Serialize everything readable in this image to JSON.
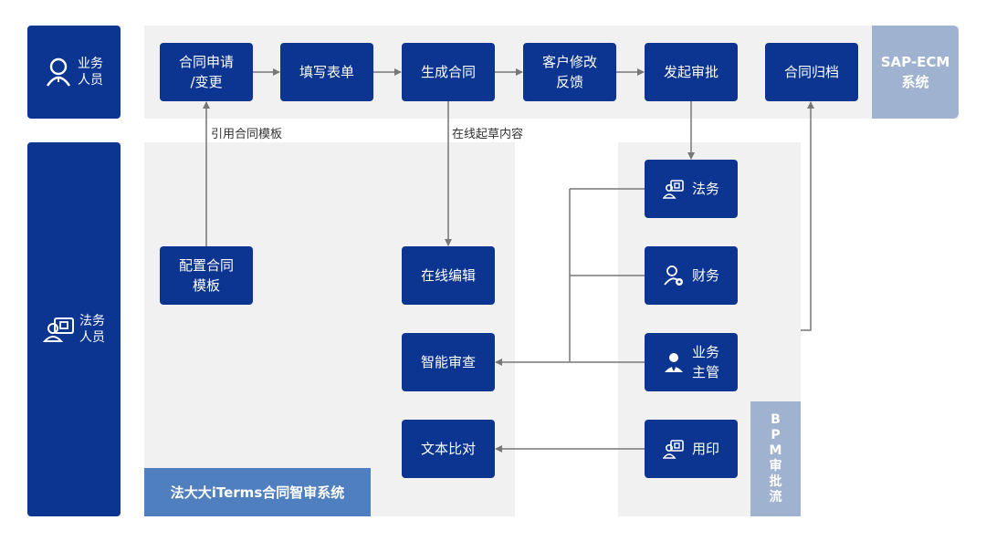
{
  "roles": {
    "business": "业务\n人员",
    "legal": "法务\n人员"
  },
  "sap": {
    "tag": "SAP-ECM\n系统",
    "steps": [
      "合同申请\n/变更",
      "填写表单",
      "生成合同",
      "客户修改\n反馈",
      "发起审批",
      "合同归档"
    ]
  },
  "iterms": {
    "tag": "法大大iTerms合同智审系统",
    "boxes": {
      "config": "配置合同\n模板",
      "edit": "在线编辑",
      "review": "智能审查",
      "compare": "文本比对"
    }
  },
  "bpm": {
    "tag": "B\nP\nM\n审\n批\n流",
    "items": {
      "legal": "法务",
      "finance": "财务",
      "manager": "业务\n主管",
      "seal": "用印"
    }
  },
  "annotations": {
    "template_ref": "引用合同模板",
    "online_draft": "在线起草内容"
  },
  "colors": {
    "primary": "#0b3591",
    "tag": "#9fb2cf",
    "panel": "#f1f1f2",
    "connector": "#777777"
  },
  "icons": {
    "business_role": "person-outline-icon",
    "legal_role": "id-card-person-icon",
    "legal": "id-card-person-icon",
    "finance": "person-settings-icon",
    "manager": "manager-person-icon",
    "seal": "id-card-person-icon"
  }
}
